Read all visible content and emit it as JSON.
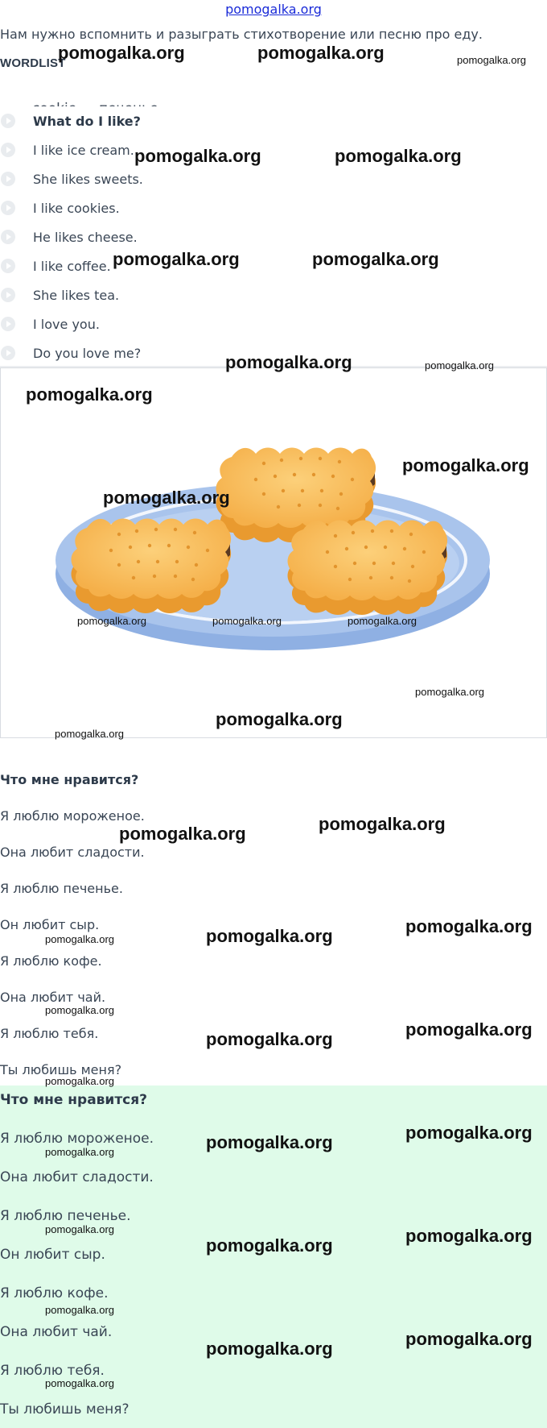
{
  "header": {
    "site_link": "pomogalka.org",
    "task": "Нам нужно вспомнить и разыграть стихотворение или песню про еду.",
    "wordlist_title": "WORDLIST",
    "cut_line": "cookie — печенье"
  },
  "wordlist": {
    "items": [
      "What do I like?",
      "I like ice cream.",
      "She likes sweets.",
      "I like cookies.",
      "He likes cheese.",
      "I like coffee.",
      "She likes tea.",
      "I love you.",
      "Do you love me?"
    ]
  },
  "picture": {
    "subject": "sandwich cookies on a blue plate",
    "colors": {
      "plate": "#a9c4ec",
      "plate_rim": "#8fb0e3",
      "cookie": "#f7b955",
      "cookie_dark": "#e89a2e",
      "filling": "#5a3a22"
    }
  },
  "translation": {
    "title": "Что мне нравится?",
    "lines": [
      "Я люблю мороженое.",
      "Она любит сладости.",
      "Я люблю печенье.",
      "Он любит сыр.",
      "Я люблю кофе.",
      "Она любит чай.",
      "Я люблю тебя.",
      "Ты любишь меня?"
    ]
  },
  "answer_box": {
    "title": "Что мне нравится?",
    "lines": [
      "Я люблю мороженое.",
      "Она любит сладости.",
      "Я люблю печенье.",
      "Он любит сыр.",
      "Я люблю кофе.",
      "Она любит чай.",
      "Я люблю тебя.",
      "Ты любишь меня?"
    ],
    "background": "#dffbe9"
  },
  "watermark": {
    "text": "pomogalka.org"
  }
}
